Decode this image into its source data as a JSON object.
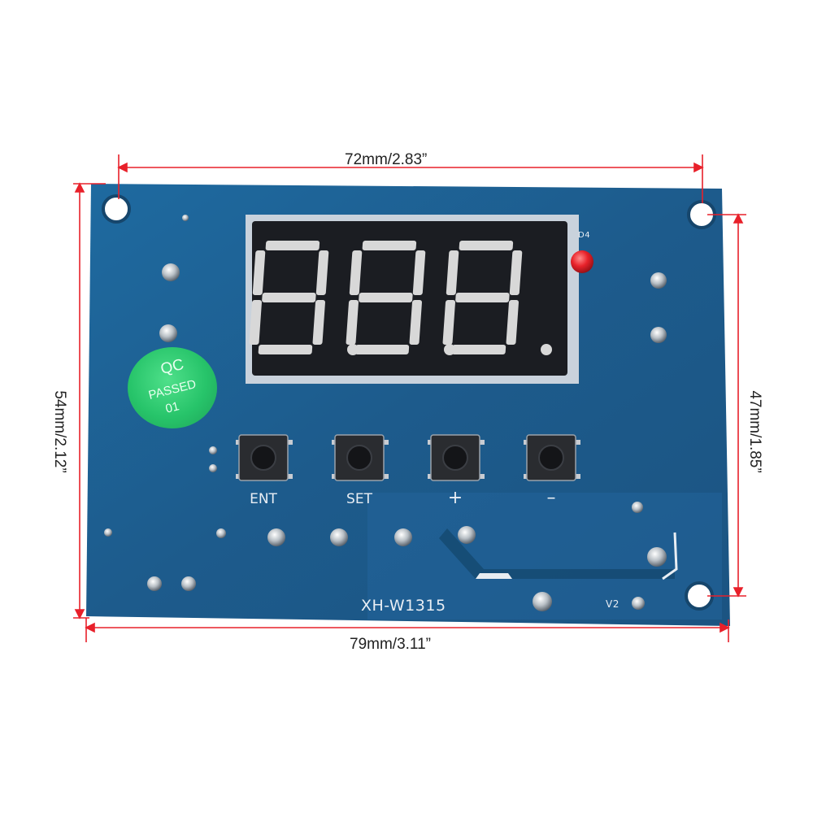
{
  "dimensions": {
    "top": "72mm/2.83”",
    "bottom": "79mm/3.11”",
    "left": "54mm/2.12”",
    "right": "47mm/1.85”"
  },
  "board": {
    "model": "XH-W1315",
    "led_label": "D4",
    "v2_label": "V2",
    "display_text": "8.8.8.",
    "qc_sticker": {
      "line1": "QC",
      "line2": "PASSED",
      "line3": "01"
    },
    "buttons": [
      "ENT",
      "SET",
      "+",
      "–"
    ]
  },
  "colors": {
    "pcb": "#1f5e8e",
    "dimension_line": "#e8202a",
    "segment": "#d8d8d8",
    "qc_green": "#27c46a",
    "led": "#e8222a"
  }
}
